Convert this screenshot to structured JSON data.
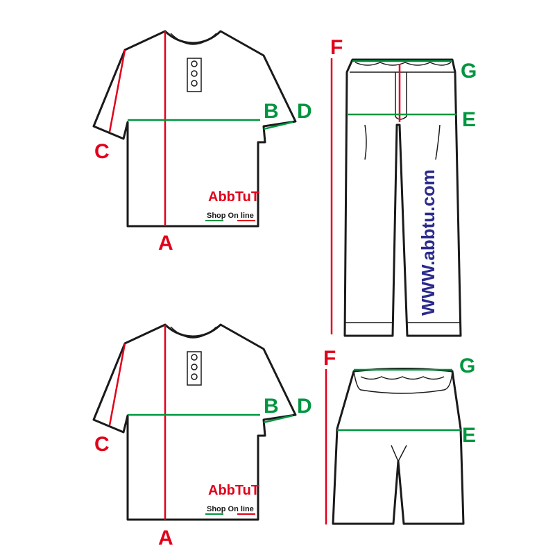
{
  "labels": {
    "A": "A",
    "B": "B",
    "C": "C",
    "D": "D",
    "E": "E",
    "F": "F",
    "G": "G"
  },
  "logo": {
    "brand": "AbbTuT",
    "tagline": "Shop  On line"
  },
  "website": "WWW.abbtu.com",
  "colors": {
    "measure_red": "#e2001a",
    "measure_green": "#009640",
    "outline": "#1a1a1a",
    "url_blue": "#2b2a8c"
  }
}
